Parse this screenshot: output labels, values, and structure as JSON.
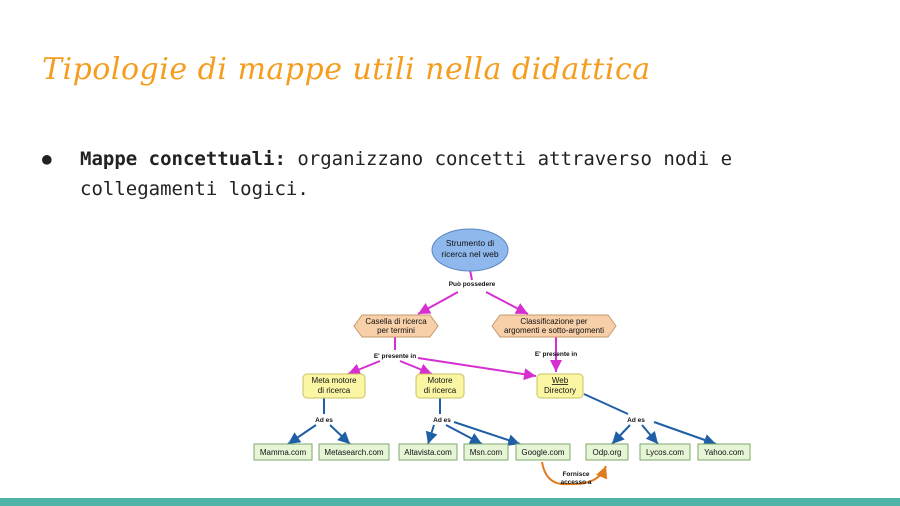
{
  "slide": {
    "title": "Tipologie di mappe utili nella didattica",
    "bullet_bold": "Mappe concettuali:",
    "bullet_text": " organizzano concetti attraverso nodi e collegamenti logici."
  },
  "diagram": {
    "root": [
      "Strumento di",
      "ricerca nel web"
    ],
    "link_root": "Può possedere",
    "node_casella": [
      "Casella di ricerca",
      "per termini"
    ],
    "node_classificazione": [
      "Classificazione per",
      "argomenti e sotto-argomenti"
    ],
    "link_presente_1": "E' presente in",
    "link_presente_2": "E' presente in",
    "node_meta": [
      "Meta motore",
      "di ricerca"
    ],
    "node_motore": [
      "Motore",
      "di ricerca"
    ],
    "node_web": [
      "Web",
      "Directory"
    ],
    "link_ades_1": "Ad es",
    "link_ades_2": "Ad es",
    "link_ades_3": "Ad es",
    "leaves": [
      "Mamma.com",
      "Metasearch.com",
      "Altavista.com",
      "Msn.com",
      "Google.com",
      "Odp.org",
      "Lycos.com",
      "Yahoo.com"
    ],
    "link_fornisce": [
      "Fornisce",
      "accesso a"
    ],
    "colors": {
      "root_fill": "#8fb8ec",
      "hex_fill": "#f7cfa8",
      "yellow_fill": "#fbf6a4",
      "leaf_fill": "#e6f5d6",
      "magenta": "#d62fd0",
      "blue": "#1f5fa6",
      "orange": "#e07b20"
    }
  }
}
